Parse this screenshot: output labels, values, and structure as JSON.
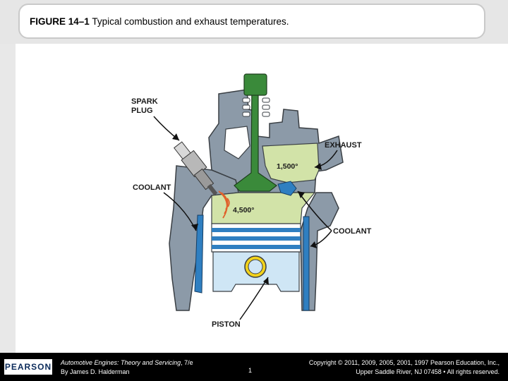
{
  "title": {
    "figure_label": "FIGURE 14–1",
    "caption": "Typical combustion and exhaust temperatures."
  },
  "diagram": {
    "labels": {
      "spark_plug_line1": "SPARK",
      "spark_plug_line2": "PLUG",
      "exhaust": "EXHAUST",
      "coolant_left": "COOLANT",
      "coolant_right": "COOLANT",
      "piston": "PISTON",
      "exhaust_temp": "1,500°",
      "combustion_temp": "4,500°"
    },
    "colors": {
      "head_gray": "#8c9aa8",
      "valve_green": "#3a8a3a",
      "gas_green": "#d2e3a8",
      "coolant_blue": "#2f7fc1",
      "piston_light": "#cfe6f5",
      "spark_orange": "#e0602a",
      "wrist_pin_yellow": "#f2d21b"
    }
  },
  "footer": {
    "logo": "PEARSON",
    "book_title": "Automotive Engines: Theory and Servicing",
    "edition": ", 7/e",
    "author": "By James D. Halderman",
    "page": "1",
    "copyright_line1": "Copyright © 2011, 2009, 2005, 2001, 1997 Pearson Education, Inc.,",
    "copyright_line2": "Upper Saddle River, NJ 07458 • All rights reserved."
  }
}
